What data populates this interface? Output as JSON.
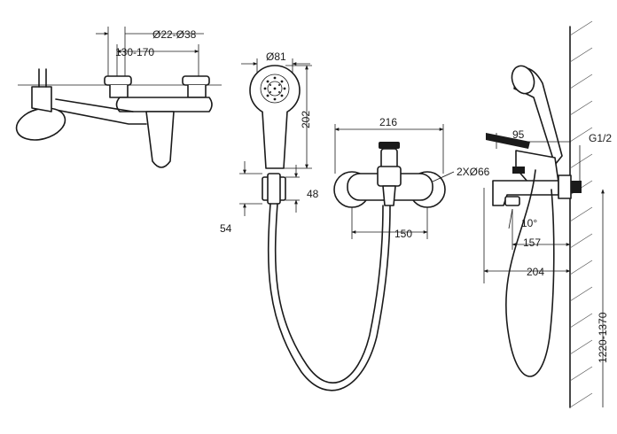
{
  "dimensions": {
    "hole_diameter": "Ø22-Ø38",
    "center_distance": "130-170",
    "handshower_diameter": "Ø81",
    "handshower_length": "202",
    "holder_height": "48",
    "holder_width": "54",
    "body_width": "216",
    "mounting_holes": "2XØ66",
    "connection_spacing": "150",
    "spout_reach_top": "95",
    "thread": "G1/2",
    "spout_angle": "10°",
    "reach_157": "157",
    "reach_204": "204",
    "hose_height": "1220-1370"
  }
}
